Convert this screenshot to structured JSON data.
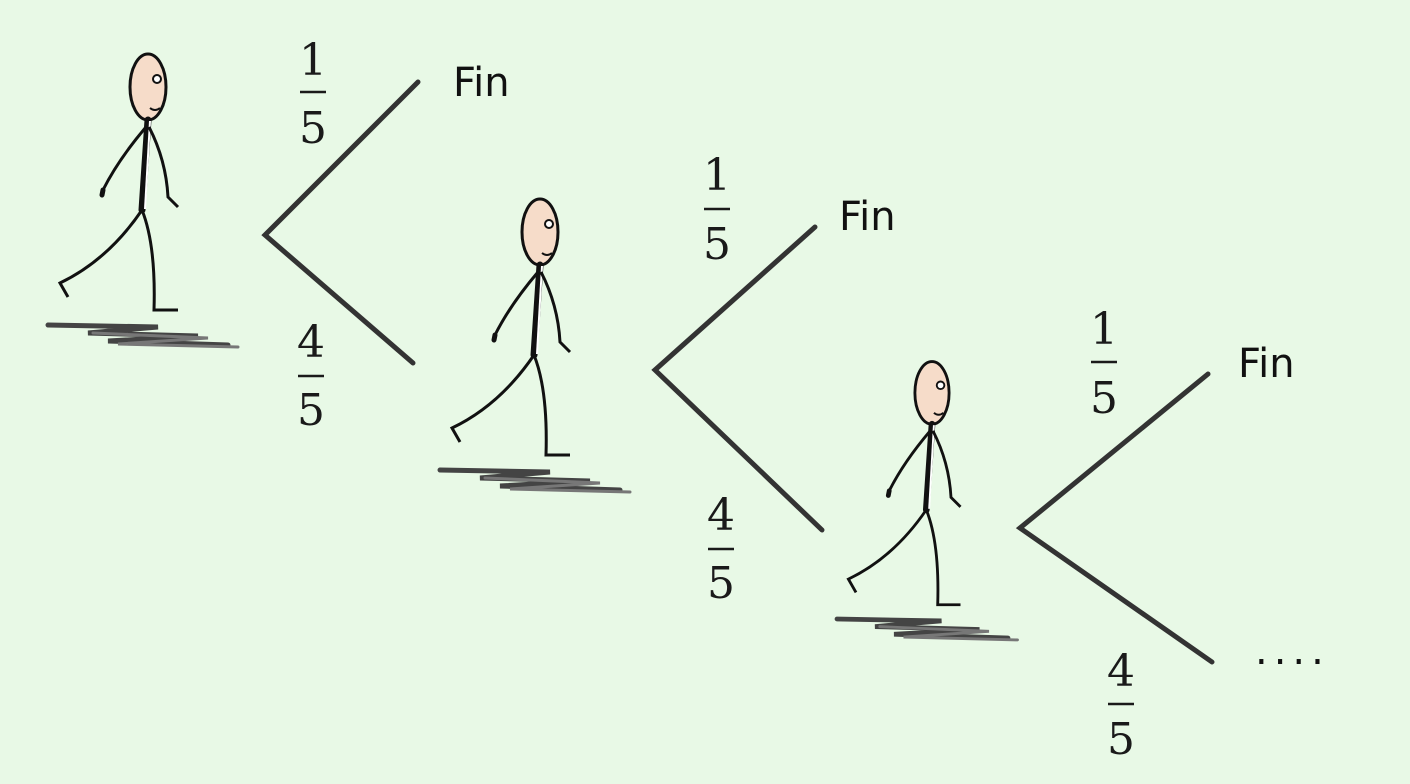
{
  "stages": [
    {
      "p_end_num": "1",
      "p_end_den": "5",
      "p_continue_num": "4",
      "p_continue_den": "5",
      "end_label": "Fin"
    },
    {
      "p_end_num": "1",
      "p_end_den": "5",
      "p_continue_num": "4",
      "p_continue_den": "5",
      "end_label": "Fin"
    },
    {
      "p_end_num": "1",
      "p_end_den": "5",
      "p_continue_num": "4",
      "p_continue_den": "5",
      "end_label": "Fin"
    }
  ],
  "continuation": "....",
  "colors": {
    "background": "#e8f9e6",
    "branch": "#333333",
    "skin": "#f6dcc9",
    "shadow": "#555555"
  },
  "icons": [
    "walking-stick-figure-icon"
  ]
}
